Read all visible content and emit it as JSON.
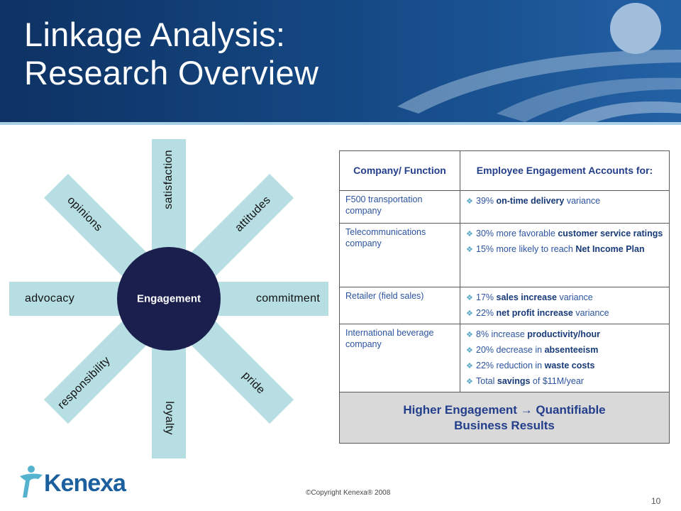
{
  "slide": {
    "title_line1": "Linkage Analysis:",
    "title_line2": "Research Overview",
    "copyright": "©Copyright Kenexa® 2008",
    "page_number": "10",
    "logo_text": "Kenexa"
  },
  "diagram": {
    "center": "Engagement",
    "spokes": [
      "satisfaction",
      "attitudes",
      "commitment",
      "pride",
      "loyalty",
      "responsibility",
      "advocacy",
      "opinions"
    ]
  },
  "table": {
    "headers": [
      "Company/ Function",
      "Employee Engagement Accounts for:"
    ],
    "rows": [
      {
        "company": "F500 transportation company",
        "items": [
          [
            {
              "t": "39% "
            },
            {
              "t": "on-time delivery",
              "b": true
            },
            {
              "t": " variance"
            }
          ]
        ]
      },
      {
        "company": "Telecommunications company",
        "items": [
          [
            {
              "t": "30% more favorable "
            },
            {
              "t": "customer service ratings",
              "b": true
            }
          ],
          [
            {
              "t": "15% more likely to reach "
            },
            {
              "t": "Net Income Plan",
              "b": true
            }
          ]
        ]
      },
      {
        "company": "Retailer (field sales)",
        "items": [
          [
            {
              "t": "17% "
            },
            {
              "t": "sales increase",
              "b": true
            },
            {
              "t": " variance"
            }
          ],
          [
            {
              "t": "22% "
            },
            {
              "t": "net profit increase",
              "b": true
            },
            {
              "t": " variance"
            }
          ]
        ]
      },
      {
        "company": "International beverage company",
        "items": [
          [
            {
              "t": "8% increase "
            },
            {
              "t": "productivity/hour",
              "b": true
            }
          ],
          [
            {
              "t": "20% decrease in "
            },
            {
              "t": "absenteeism",
              "b": true
            }
          ],
          [
            {
              "t": "22% reduction in "
            },
            {
              "t": "waste costs",
              "b": true
            }
          ],
          [
            {
              "t": "Total "
            },
            {
              "t": "savings",
              "b": true
            },
            {
              "t": " of $11M/year"
            }
          ]
        ]
      }
    ],
    "summary_pre": "Higher Engagement ",
    "summary_arrow": "→",
    "summary_post": " Quantifiable",
    "summary_line2": "Business Results"
  },
  "colors": {
    "header_dark": "#0e3263",
    "spoke_fill": "#b7dfe3",
    "hub_fill": "#1a1f4e",
    "table_text": "#2c54a0",
    "summary_bg": "#d9d9d9"
  }
}
